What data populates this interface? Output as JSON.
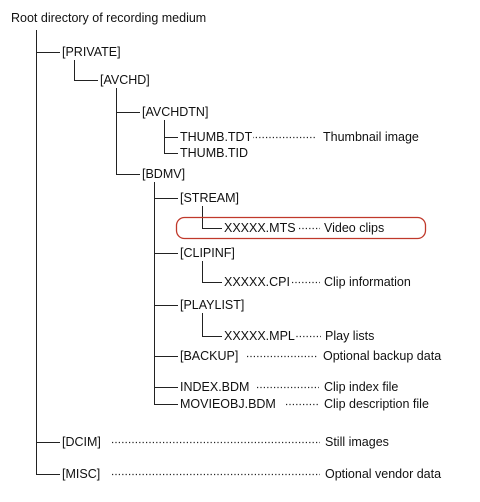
{
  "root_label": "Root directory of recording medium",
  "folders": {
    "private": "[PRIVATE]",
    "avchd": "[AVCHD]",
    "avchdtn": "[AVCHDTN]",
    "bdmv": "[BDMV]",
    "stream": "[STREAM]",
    "clipinf": "[CLIPINF]",
    "playlist": "[PLAYLIST]",
    "backup": "[BACKUP]",
    "dcim": "[DCIM]",
    "misc": "[MISC]"
  },
  "files": {
    "thumb_tdt": "THUMB.TDT",
    "thumb_tid": "THUMB.TID",
    "mts": "XXXXX.MTS",
    "cpi": "XXXXX.CPI",
    "mpl": "XXXXX.MPL",
    "index_bdm": "INDEX.BDM",
    "movieobj_bdm": "MOVIEOBJ.BDM"
  },
  "descriptions": {
    "thumbnail": "Thumbnail image",
    "video_clips": "Video clips",
    "clip_information": "Clip information",
    "play_lists": "Play lists",
    "optional_backup": "Optional backup data",
    "clip_index": "Clip index file",
    "clip_description": "Clip description file",
    "still_images": "Still images",
    "optional_vendor": "Optional vendor data"
  },
  "colors": {
    "line": "#222222",
    "highlight": "#c0392b"
  }
}
